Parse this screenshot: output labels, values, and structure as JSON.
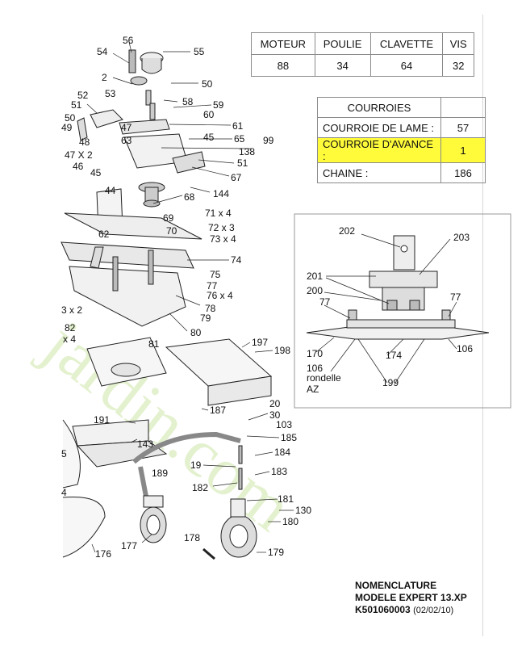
{
  "spec_table": {
    "headers": [
      "MOTEUR",
      "POULIE",
      "CLAVETTE",
      "VIS"
    ],
    "values": [
      "88",
      "34",
      "64",
      "32"
    ]
  },
  "belt_table": {
    "title": "COURROIES",
    "rows": [
      {
        "label": "COURROIE DE LAME :",
        "value": "57"
      },
      {
        "label": "COURROIE D'AVANCE :",
        "value": "1"
      },
      {
        "label": "CHAINE :",
        "value": "186"
      }
    ],
    "highlight_color": "#fffb3a"
  },
  "watermark": {
    "text": "jardin.com"
  },
  "footer": {
    "line1": "NOMENCLATURE",
    "line2": "MODELE EXPERT 13.XP",
    "code": "K501060003",
    "date": "(02/02/10)"
  },
  "callouts": [
    "56",
    "55",
    "54",
    "2",
    "53",
    "50",
    "52",
    "51",
    "58",
    "59",
    "49",
    "50",
    "60",
    "47",
    "61",
    "45",
    "65",
    "99",
    "48",
    "63",
    "47 X 2",
    "46",
    "138",
    "51",
    "45",
    "67",
    "144",
    "68",
    "44",
    "69",
    "71 x 4",
    "70",
    "72 x 3",
    "73 x 4",
    "62",
    "74",
    "75",
    "77",
    "76 x 4",
    "3 x 2",
    "78",
    "79",
    "80",
    "82",
    "x 4",
    "81",
    "197",
    "198",
    "20",
    "30",
    "103",
    "185",
    "187",
    "191",
    "143",
    "184",
    "189",
    "19",
    "183",
    "5",
    "182",
    "181",
    "130",
    "180",
    "177",
    "178",
    "179",
    "176",
    "4"
  ],
  "detail_callouts": {
    "c202": "202",
    "c203": "203",
    "c201": "201",
    "c200": "200",
    "c77a": "77",
    "c77b": "77",
    "c170": "170",
    "c174": "174",
    "c106a": "106",
    "c106b": "106",
    "c_rondelle": "rondelle",
    "c_az": "AZ",
    "c199": "199"
  }
}
